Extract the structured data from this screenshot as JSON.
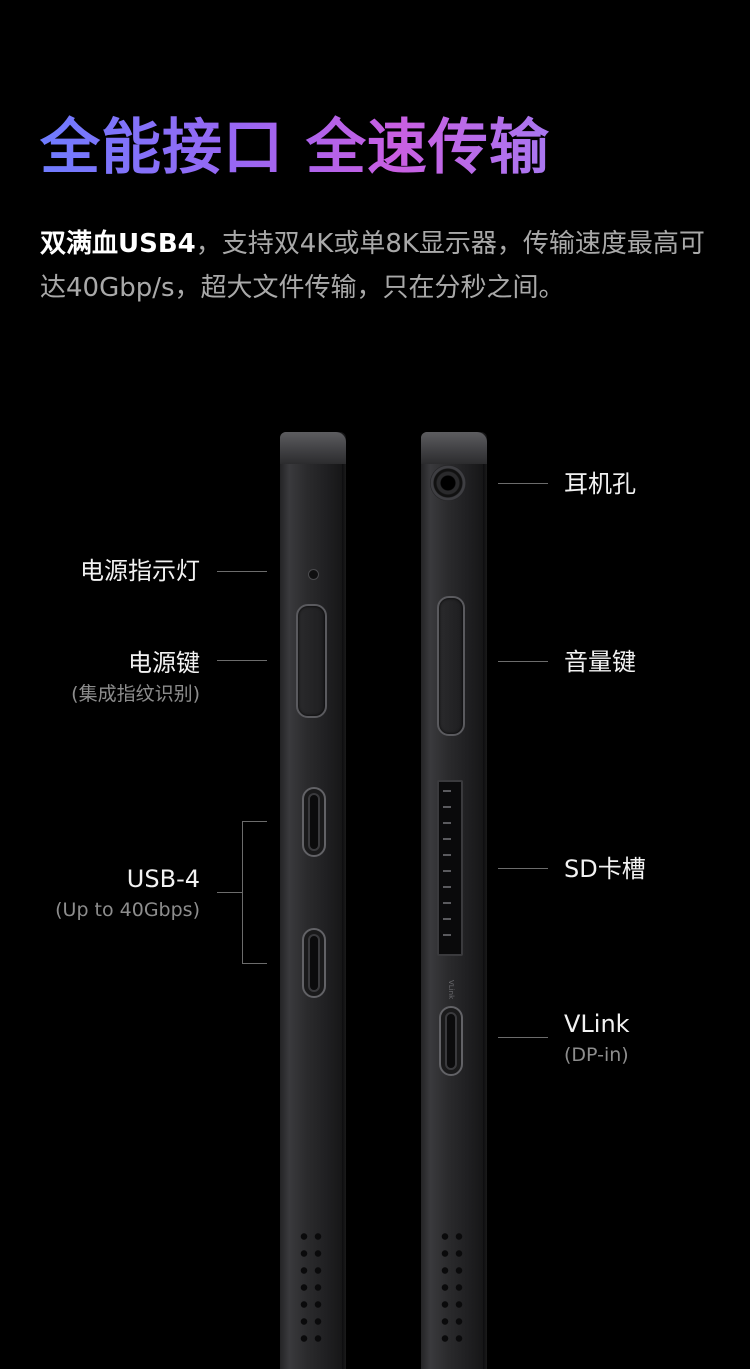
{
  "headline": "全能接口 全速传输",
  "description": {
    "strong": "双满血USB4",
    "rest": "，支持双4K或单8K显示器，传输速度最高可达40Gbp/s，超大文件传输，只在分秒之间。"
  },
  "labels": {
    "power_indicator": "电源指示灯",
    "power_key": "电源键",
    "power_key_note": "(集成指纹识别)",
    "usb4": "USB-4",
    "usb4_note": "(Up to 40Gbps)",
    "headphone_jack": "耳机孔",
    "volume_key": "音量键",
    "sd_slot": "SD卡槽",
    "vlink": "VLink",
    "vlink_note": "(DP-in)"
  },
  "engraving": {
    "vlink_mark": "VLink"
  }
}
